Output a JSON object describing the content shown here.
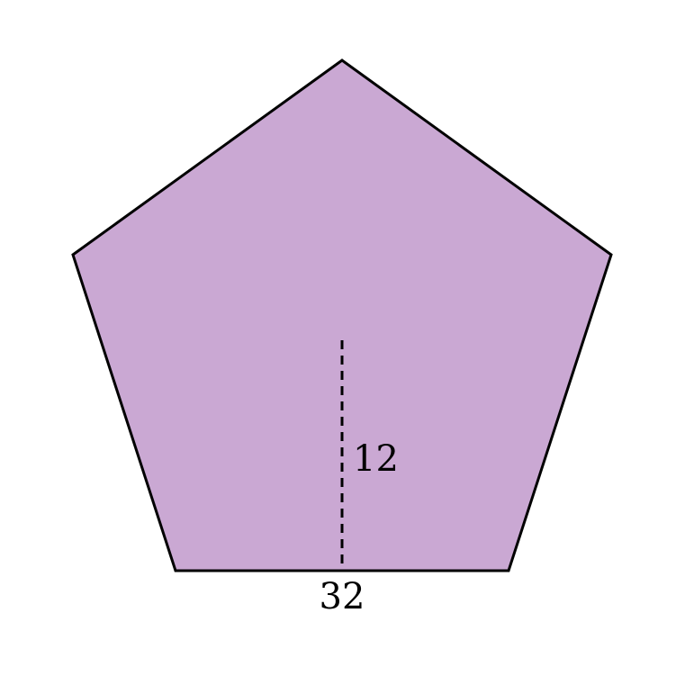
{
  "figure": {
    "shape": "regular-pentagon",
    "fill_color": "#caa8d3",
    "stroke_color": "#000000",
    "side_label": "32",
    "apothem_label": "12",
    "apothem_line_style": "dashed"
  }
}
